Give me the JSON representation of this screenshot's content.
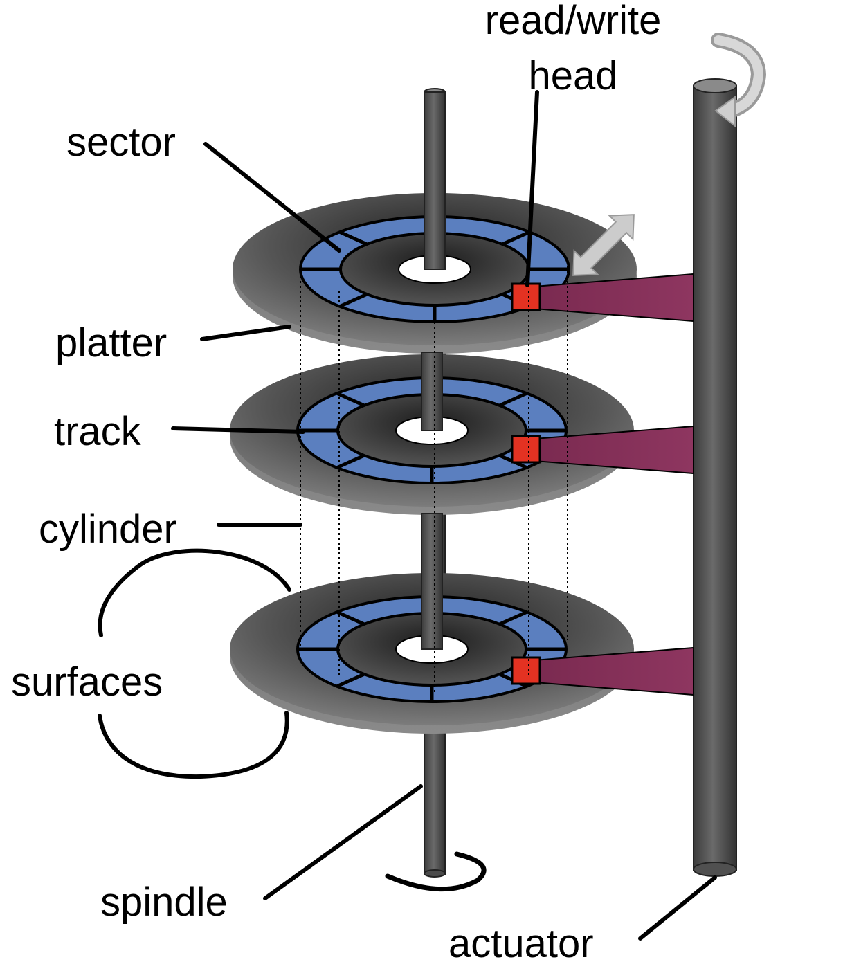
{
  "labels": {
    "read_write_line1": "read/write",
    "read_write_line2": "head",
    "sector": "sector",
    "platter": "platter",
    "track": "track",
    "cylinder": "cylinder",
    "surfaces": "surfaces",
    "spindle": "spindle",
    "actuator": "actuator"
  },
  "platters": [
    {
      "name": "platter-top"
    },
    {
      "name": "platter-middle"
    },
    {
      "name": "platter-bottom"
    }
  ],
  "colors": {
    "platter_dark": "#3a3a3a",
    "platter_light": "#8a8a8a",
    "track_band": "#5b7fbf",
    "head": "#e33222",
    "arm": "#8a2e5a",
    "shaft": "#555555",
    "arrow": "#c8c8c8"
  }
}
